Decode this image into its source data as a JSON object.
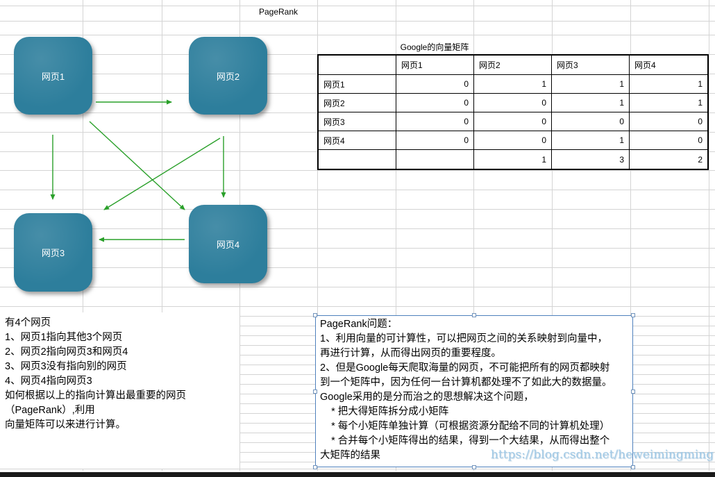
{
  "sheet": {
    "title": "PageRank"
  },
  "matrix": {
    "title": "Google的向量矩阵",
    "col_headers": [
      "网页1",
      "网页2",
      "网页3",
      "网页4"
    ],
    "rows": [
      {
        "label": "网页1",
        "values": [
          "0",
          "1",
          "1",
          "1"
        ]
      },
      {
        "label": "网页2",
        "values": [
          "0",
          "0",
          "1",
          "1"
        ]
      },
      {
        "label": "网页3",
        "values": [
          "0",
          "0",
          "0",
          "0"
        ]
      },
      {
        "label": "网页4",
        "values": [
          "0",
          "0",
          "1",
          "0"
        ]
      }
    ],
    "sum_row": {
      "label": "",
      "values": [
        "",
        "1",
        "3",
        "2"
      ]
    }
  },
  "graph": {
    "nodes": [
      {
        "label": "网页1"
      },
      {
        "label": "网页2"
      },
      {
        "label": "网页3"
      },
      {
        "label": "网页4"
      }
    ],
    "edges": [
      "网页1→网页2",
      "网页1→网页3",
      "网页1→网页4",
      "网页2→网页3",
      "网页2→网页4",
      "网页4→网页3"
    ]
  },
  "notes_left": {
    "lines": [
      "有4个网页",
      "1、网页1指向其他3个网页",
      "2、网页2指向网页3和网页4",
      "3、网页3没有指向别的网页",
      "4、网页4指向网页3",
      "如何根据以上的指向计算出最重要的网页",
      "（PageRank）,利用",
      "向量矩阵可以来进行计算。"
    ]
  },
  "notes_right": {
    "lines": [
      "PageRank问题：",
      "1、利用向量的可计算性，可以把网页之间的关系映射到向量中，",
      "再进行计算，从而得出网页的重要程度。",
      "2、但是Google每天爬取海量的网页，不可能把所有的网页都映射",
      "到一个矩阵中，因为任何一台计算机都处理不了如此大的数据量。",
      "Google采用的是分而治之的思想解决这个问题，",
      "    * 把大得矩阵拆分成小矩阵",
      "    * 每个小矩阵单独计算（可根据资源分配给不同的计算机处理）",
      "    * 合并每个小矩阵得出的结果，得到一个大结果，从而得出整个",
      "大矩阵的结果"
    ]
  },
  "watermark": "https://blog.csdn.net/heweimingming",
  "colors": {
    "node_fill": "#2d7e9c",
    "arrow": "#2aa02a",
    "grid_line": "#d4d4d4",
    "table_border": "#000000",
    "selection_border": "#4f81bd",
    "watermark": "#9ec8e6"
  }
}
